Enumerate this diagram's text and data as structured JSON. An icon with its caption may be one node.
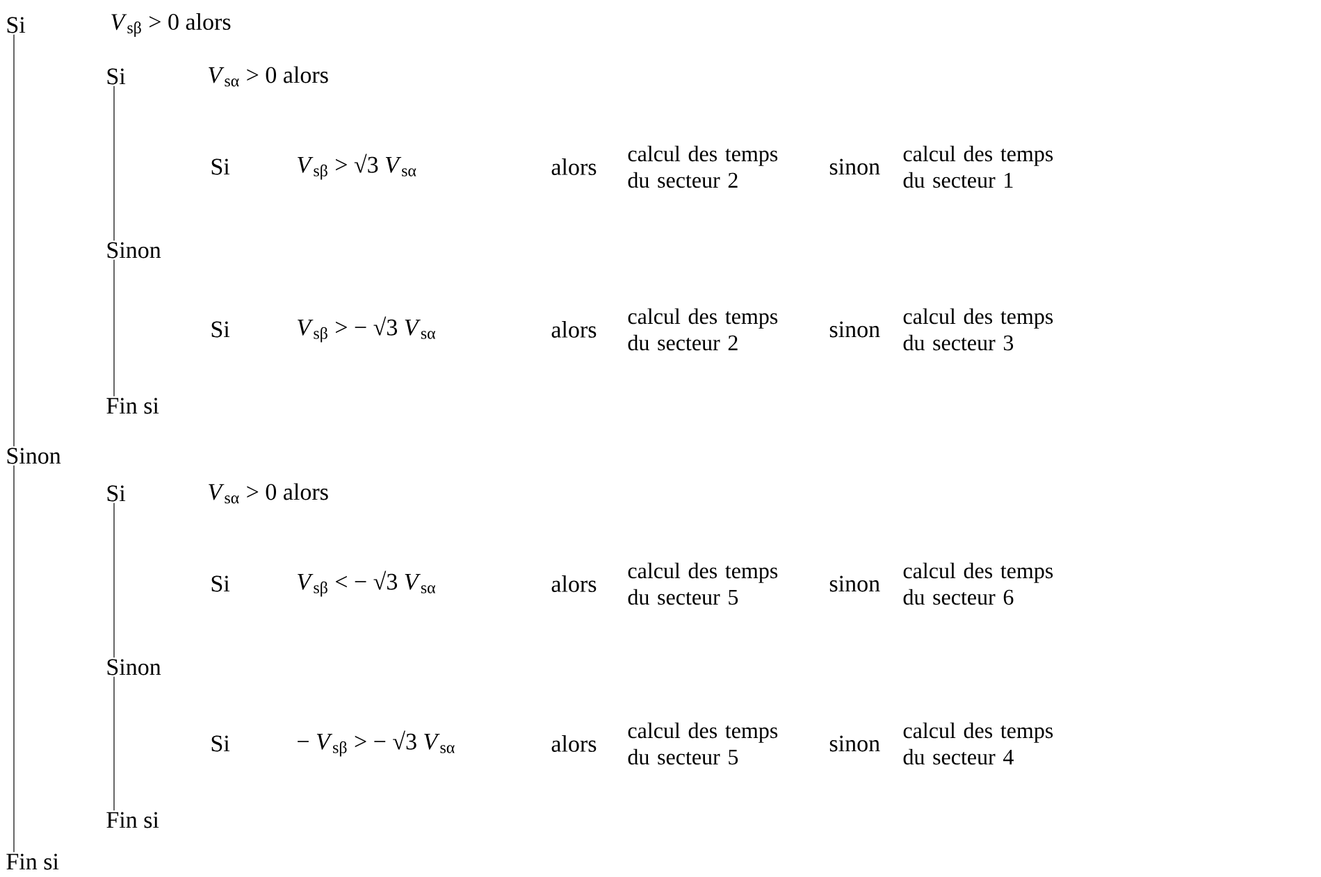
{
  "diagram": {
    "nodes": [
      {
        "text": [
          "Si"
        ]
      },
      {
        "text": [
          "Si"
        ]
      },
      {
        "text": [
          "Sinon"
        ]
      },
      {
        "text": [
          "Fin si"
        ]
      },
      {
        "text": [
          "Sinon"
        ]
      },
      {
        "text": [
          "Si"
        ]
      },
      {
        "text": [
          "Sinon"
        ]
      },
      {
        "text": [
          "Fin si"
        ]
      },
      {
        "text": [
          "Fin si"
        ]
      }
    ],
    "edges": [
      {
        "from": 0,
        "to": 4,
        "arrow": "none"
      },
      {
        "from": 4,
        "to": 8,
        "arrow": "none"
      },
      {
        "from": 1,
        "to": 2,
        "arrow": "none"
      },
      {
        "from": 2,
        "to": 3,
        "arrow": "none"
      },
      {
        "from": 5,
        "to": 6,
        "arrow": "none"
      },
      {
        "from": 6,
        "to": 7,
        "arrow": "none"
      }
    ],
    "labels": [
      "*V*$_{sβ}$ > 0  alors",
      "*V*$_{sα}$ > 0 alors",
      "Si",
      "*V*$_{sβ}$ > √3 *V*$_{sα}$",
      "alors",
      "calcul des temps du secteur 2",
      "sinon",
      "calcul des temps du secteur 1",
      "Si",
      "*V*$_{sβ}$ > − √3 *V*$_{sα}$",
      "alors",
      "calcul des temps du secteur 2",
      "sinon",
      "calcul des temps du secteur 3",
      "*V*$_{sα}$ > 0 alors",
      "Si",
      "*V*$_{sβ}$ < − √3 *V*$_{sα}$",
      "alors",
      "calcul des temps du secteur 5",
      "sinon",
      "calcul des temps du secteur 6",
      "Si",
      "− *V*$_{sβ}$ > − √3 *V*$_{sα}$",
      "alors",
      "calcul des temps du secteur 5",
      "sinon",
      "calcul des temps du secteur 4"
    ]
  }
}
